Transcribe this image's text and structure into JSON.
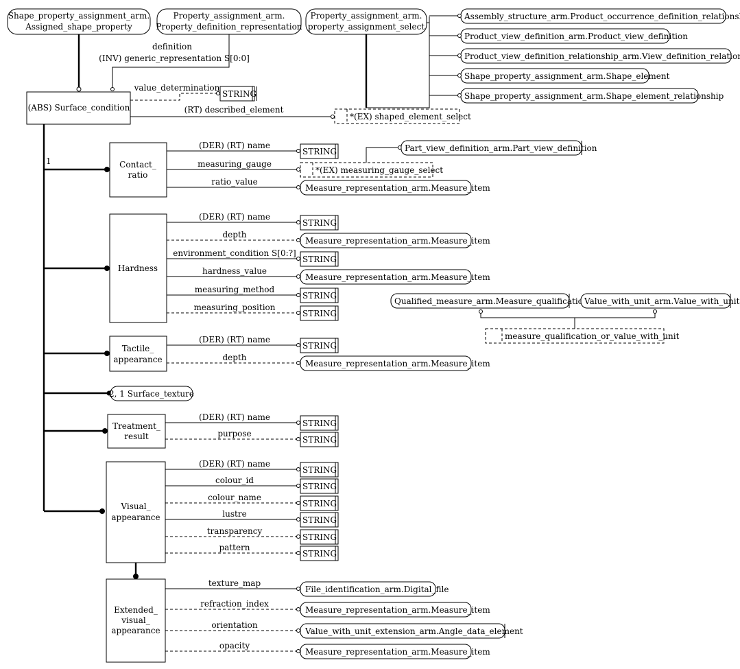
{
  "refs": {
    "shape_assigned": [
      "Shape_property_assignment_arm.",
      "Assigned_shape_property"
    ],
    "prop_def_rep": [
      "Property_assignment_arm.",
      "Property_definition_representation"
    ],
    "prop_assign_select": [
      "Property_assignment_arm.",
      "property_assignment_select"
    ],
    "assembly_rel": "Assembly_structure_arm.Product_occurrence_definition_relationship",
    "pvd": "Product_view_definition_arm.Product_view_definition",
    "pvdr": "Product_view_definition_relationship_arm.View_definition_relationship",
    "shape_element": "Shape_property_assignment_arm.Shape_element",
    "shape_element_rel": "Shape_property_assignment_arm.Shape_element_relationship",
    "part_view": "Part_view_definition_arm.Part_view_definition",
    "measure_item": "Measure_representation_arm.Measure_item",
    "qualified": "Qualified_measure_arm.Measure_qualification",
    "value_with_unit": "Value_with_unit_arm.Value_with_unit",
    "digital_file": "File_identification_arm.Digital_file",
    "angle_element": "Value_with_unit_extension_arm.Angle_data_element",
    "string_type": "STRING",
    "surface_texture": "2, 1 Surface_texture"
  },
  "selects": {
    "shaped_element": "*(EX) shaped_element_select",
    "measuring_gauge": "*(EX) measuring_gauge_select",
    "mq_or_vwu": "measure_qualification_or_value_with_unit"
  },
  "entities": {
    "surface_condition": [
      "(ABS) Surface_condition"
    ],
    "contact_ratio": [
      "Contact_",
      "ratio"
    ],
    "hardness": [
      "Hardness"
    ],
    "tactile": [
      "Tactile_",
      "appearance"
    ],
    "treatment": [
      "Treatment_",
      "result"
    ],
    "visual": [
      "Visual_",
      "appearance"
    ],
    "extended": [
      "Extended_",
      "visual_",
      "appearance"
    ]
  },
  "attrs": {
    "definition": "definition",
    "generic_rep": "(INV) generic_representation S[0:0]",
    "value_determination": "value_determination",
    "described_element": "(RT) described_element",
    "name": "(DER) (RT) name",
    "measuring_gauge": "measuring_gauge",
    "ratio_value": "ratio_value",
    "depth": "depth",
    "environment_condition": "environment_condition S[0:?]",
    "hardness_value": "hardness_value",
    "measuring_method": "measuring_method",
    "measuring_position": "measuring_position",
    "purpose": "purpose",
    "colour_id": "colour_id",
    "colour_name": "colour_name",
    "lustre": "lustre",
    "transparency": "transparency",
    "pattern": "pattern",
    "texture_map": "texture_map",
    "refraction_index": "refraction_index",
    "orientation": "orientation",
    "opacity": "opacity",
    "cardinality_one": "1"
  }
}
